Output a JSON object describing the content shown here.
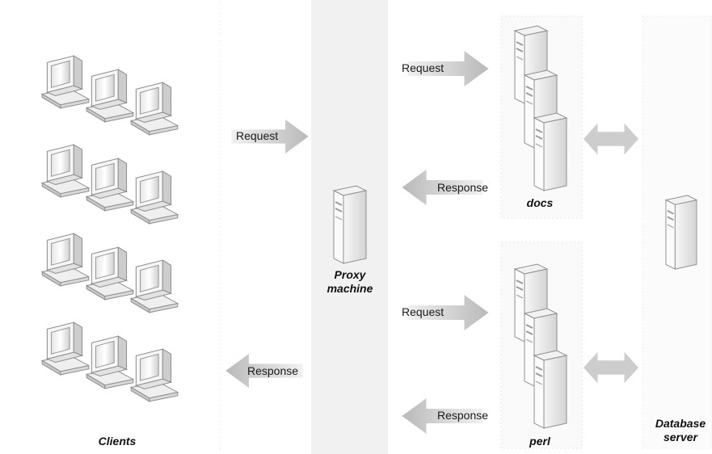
{
  "labels": {
    "clients_request": "Request",
    "clients_response": "Response",
    "docs_request": "Request",
    "docs_response": "Response",
    "perl_request": "Request",
    "perl_response": "Response"
  },
  "captions": {
    "clients": "Clients",
    "proxy_line1": "Proxy",
    "proxy_line2": "machine",
    "docs": "docs",
    "perl": "perl",
    "database_line1": "Database",
    "database_line2": "server"
  },
  "colors": {
    "panel": "#f1f1f1",
    "arrow_light": "#e4e4e4",
    "arrow_dark": "#bdbdbd",
    "device_light": "#f4f4f4",
    "device_dark": "#cfcfcf",
    "outline": "#8a8a8a"
  },
  "icons": {
    "client": "desktop-computer-icon",
    "server": "tower-server-icon"
  }
}
